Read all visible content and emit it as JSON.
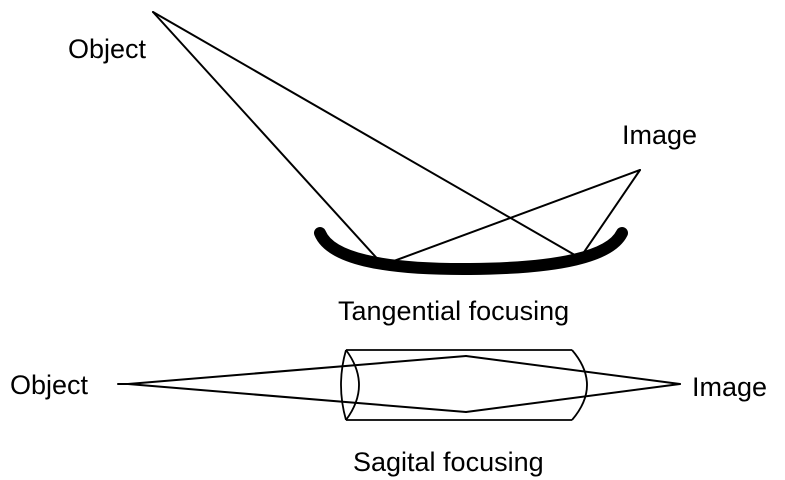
{
  "tangential": {
    "object_label": "Object",
    "image_label": "Image",
    "caption": "Tangential focusing"
  },
  "sagittal": {
    "object_label": "Object",
    "image_label": "Image",
    "caption": "Sagital focusing"
  },
  "colors": {
    "line": "#000000",
    "background": "#ffffff"
  }
}
